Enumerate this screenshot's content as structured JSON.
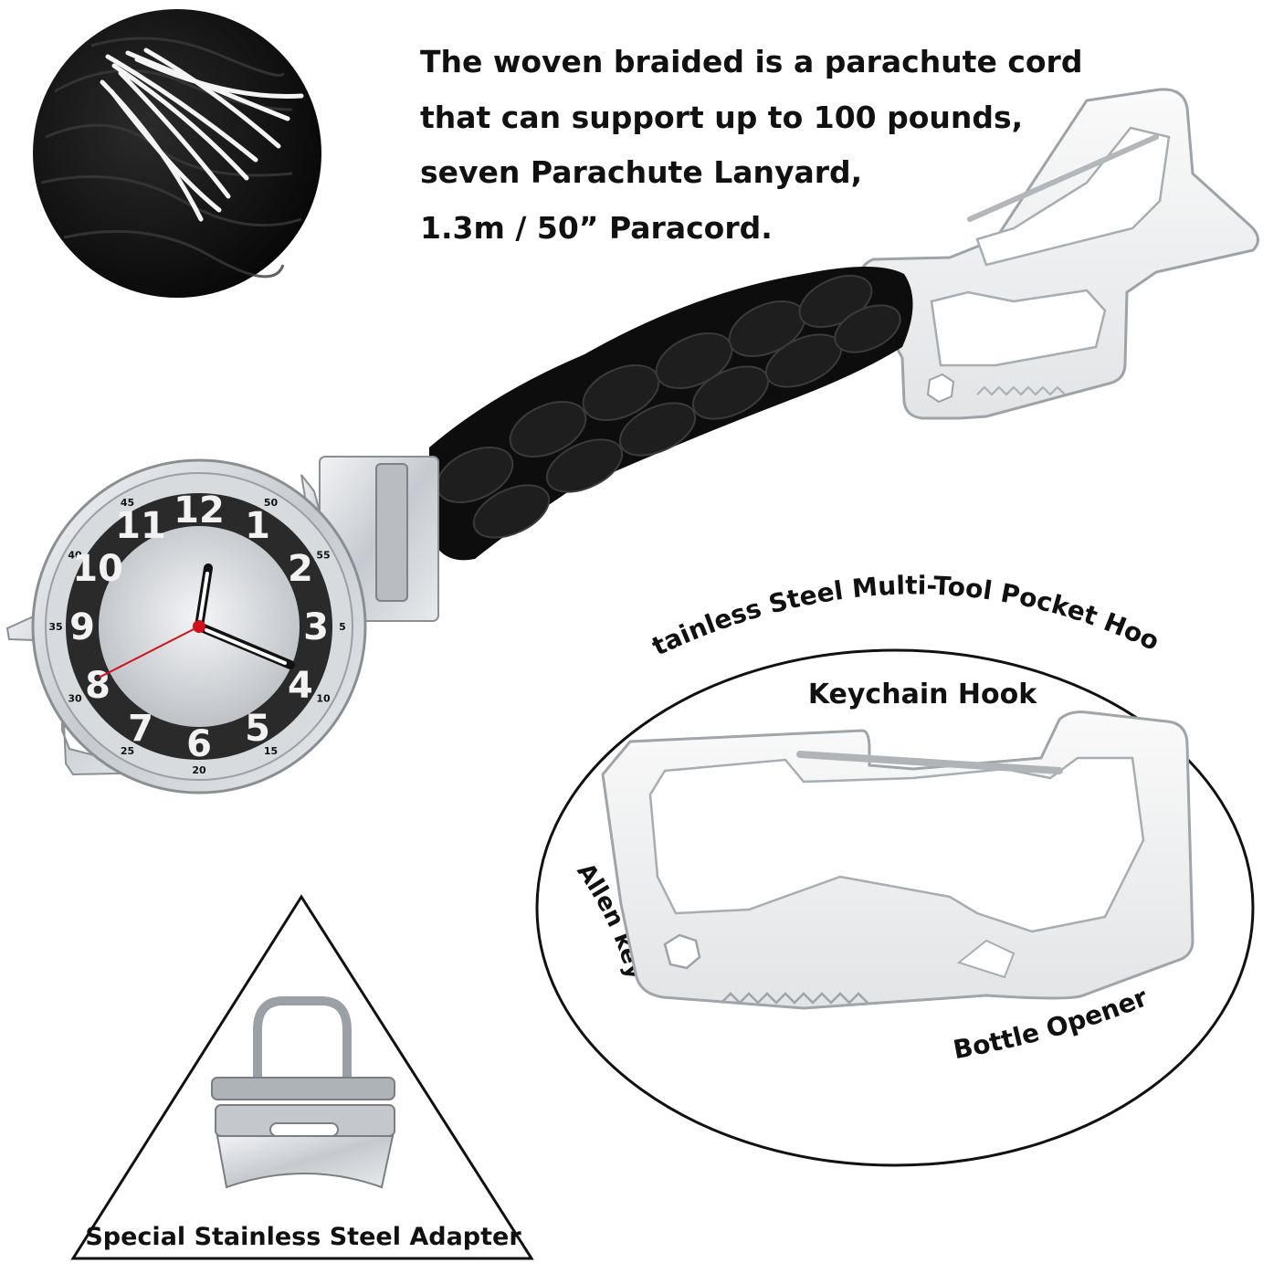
{
  "description": {
    "line1": "The woven braided is a parachute cord",
    "line2": "that can support up to 100 pounds,",
    "line3": "seven Parachute Lanyard,",
    "line4": "1.3m / 50” Paracord."
  },
  "callouts": {
    "oval_title": "Stainless Steel Multi-Tool Pocket Hook",
    "keychain_hook": "Keychain Hook",
    "allen_key": "Allen key",
    "bottle_opener": "Bottle Opener",
    "adapter": "Special Stainless Steel Adapter"
  },
  "watch": {
    "hour_numerals": [
      "12",
      "1",
      "2",
      "3",
      "4",
      "5",
      "6",
      "7",
      "8",
      "9",
      "10",
      "11"
    ],
    "bezel_numbers": [
      "50",
      "55",
      "5",
      "10",
      "15",
      "20",
      "25",
      "30",
      "35",
      "40",
      "45"
    ]
  },
  "colors": {
    "paracord": "#111111",
    "steel": "#c8ccd1",
    "second_hand": "#d0121b",
    "crown_accent": "#c0392b"
  }
}
